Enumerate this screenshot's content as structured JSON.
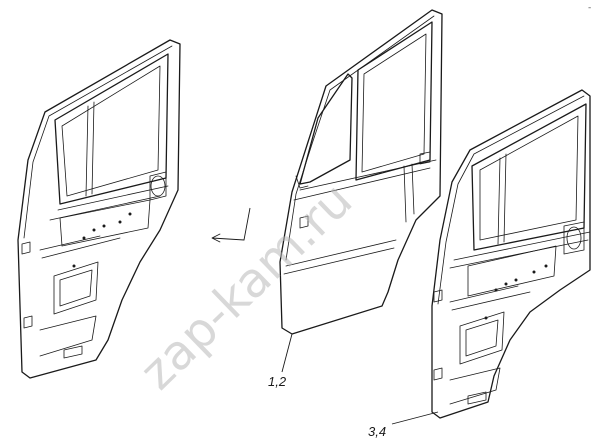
{
  "callouts": {
    "outer_panel": "1,2",
    "right_door": "3,4"
  },
  "watermark": "zap-kam.ru",
  "corner_mark": "-",
  "colors": {
    "line": "#1a1a1a",
    "watermark": "#b8b8b8",
    "background": "#ffffff"
  }
}
